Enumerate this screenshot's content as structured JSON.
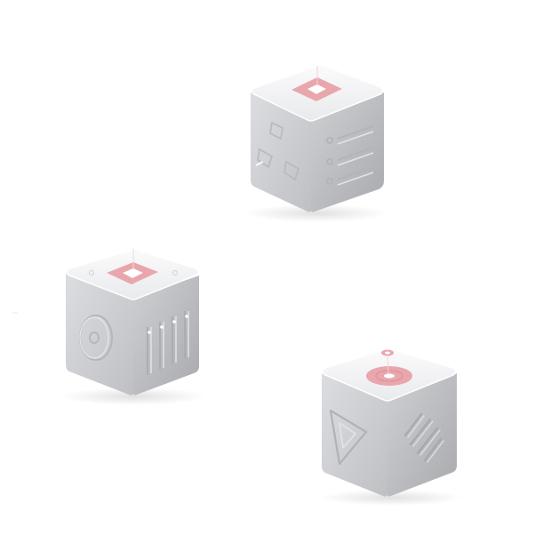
{
  "scene": {
    "background": "#ffffff",
    "cube_colors": {
      "top": "#f3f3f4",
      "left": "#d2d3d6",
      "right": "#c2c3c7",
      "edge_highlight": "#ffffff",
      "emboss_light": "#eeeff1",
      "emboss_dark": "#a9aaae"
    },
    "accent_color": "#e9a6ad",
    "accent_dark": "#d98f97"
  },
  "cubes": [
    {
      "name": "top-cube",
      "top_symbol": "diamond-in-square-icon",
      "left_face_symbol": "triangle-of-circles-icon",
      "right_face_symbol": "list-lines-icon"
    },
    {
      "name": "left-cube",
      "top_symbol": "diamond-in-square-icon",
      "left_face_symbol": "circle-target-icon",
      "right_face_symbol": "vertical-bars-icon"
    },
    {
      "name": "right-cube",
      "top_symbol": "ring-icon",
      "left_face_symbol": "triangle-outline-icon",
      "right_face_symbol": "diagonal-bars-icon"
    }
  ]
}
